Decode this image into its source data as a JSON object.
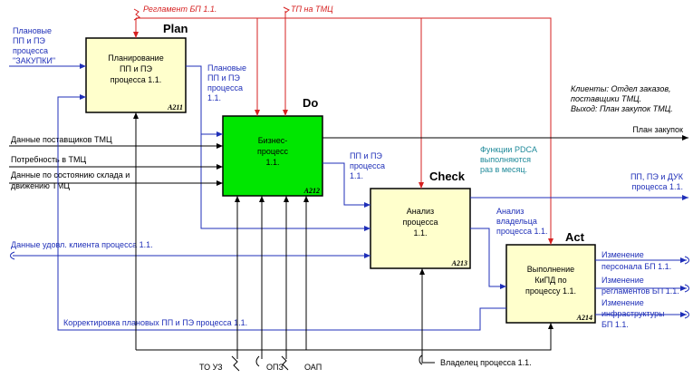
{
  "colors": {
    "box_fill": "#ffffcc",
    "do_fill": "#00e600",
    "blue": "#1f2fb8",
    "red": "#d62020",
    "teal": "#1f8a9a"
  },
  "pdca": {
    "plan": "Plan",
    "do": "Do",
    "check": "Check",
    "act": "Act"
  },
  "boxes": {
    "plan": {
      "lines": [
        "Планирование",
        "ПП и ПЭ",
        "процесса 1.1."
      ],
      "id": "A211"
    },
    "do": {
      "lines": [
        "Бизнес-",
        "процесс",
        "1.1."
      ],
      "id": "A212"
    },
    "check": {
      "lines": [
        "Анализ",
        "процесса",
        "1.1."
      ],
      "id": "A213"
    },
    "act": {
      "lines": [
        "Выполнение",
        "КиПД по",
        "процессу 1.1."
      ],
      "id": "A214"
    }
  },
  "controls": {
    "reglament": "Регламент БП 1.1.",
    "tp_tmc": "ТП на ТМЦ"
  },
  "inputs": {
    "plan_zakupki": [
      "Плановые",
      "ПП и ПЭ",
      "процесса",
      "\"ЗАКУПКИ\""
    ],
    "suppliers": "Данные поставщиков ТМЦ",
    "need": "Потребность в ТМЦ",
    "stock": [
      "Данные по состоянию склада и",
      "движению ТМЦ"
    ],
    "client_sat": "Данные удовл. клиента процесса 1.1.",
    "correction": "Корректировка плановых ПП и ПЭ процесса 1.1."
  },
  "flows": {
    "plan_to_do": [
      "Плановые",
      "ПП и ПЭ",
      "процесса",
      "1.1."
    ],
    "do_to_check": [
      "ПП и ПЭ",
      "процесса",
      "1.1."
    ],
    "check_to_act": [
      "Анализ",
      "владельца",
      "процесса 1.1."
    ],
    "pdca_note": [
      "Функции PDCA",
      "выполняются",
      "раз в месяц."
    ]
  },
  "outputs": {
    "purchase_plan": "План закупок",
    "pp_pe_duk": [
      "ПП, ПЭ и ДУК",
      "процесса 1.1."
    ],
    "chg_staff": [
      "Изменение",
      "персонала БП 1.1."
    ],
    "chg_regs": [
      "Изменение",
      "регламентов БП 1.1."
    ],
    "chg_infra": [
      "Изменение",
      "инфраструктуры",
      "БП 1.1."
    ]
  },
  "note": [
    "Клиенты: Отдел заказов,",
    "поставщики ТМЦ.",
    "Выход: План закупок ТМЦ."
  ],
  "mechanisms": {
    "to_uz": "ТО УЗ",
    "opz": "ОПЗ",
    "oap": "ОАП",
    "owner": "Владелец процесса 1.1."
  }
}
